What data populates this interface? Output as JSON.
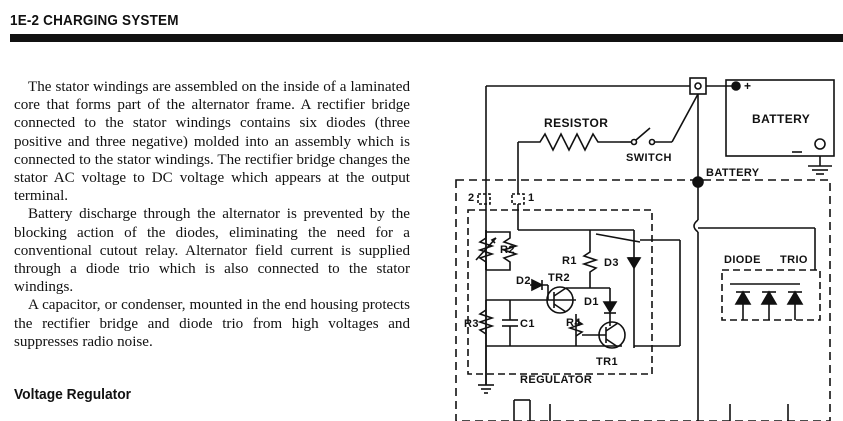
{
  "header": {
    "title": "1E-2   CHARGING SYSTEM"
  },
  "body": {
    "paragraphs": [
      "The stator windings are assembled on the inside of a laminated core that forms part of the alternator frame. A rectifier bridge connected to the stator windings contains six diodes (three positive and three negative) molded into an assembly which is connected to the stator windings. The rectifier bridge changes the stator AC voltage to DC voltage which appears at the output terminal.",
      "Battery discharge through the alternator is prevented by the blocking action of the diodes, eliminating the need for a conventional cutout relay. Alternator field current is supplied through a diode trio which is also connected to the stator windings.",
      "A capacitor, or condenser, mounted in the end housing protects the rectifier bridge and diode trio from high voltages and suppresses radio noise."
    ],
    "section_heading": "Voltage Regulator"
  },
  "diagram": {
    "labels": {
      "battery_box": "BATTERY",
      "plus": "+",
      "resistor": "RESISTOR",
      "switch": "SWITCH",
      "battery_terminal": "BATTERY",
      "terminal_2": "2",
      "terminal_1": "1",
      "r1": "R1",
      "r2": "R2",
      "r3": "R3",
      "r4": "R4",
      "c1": "C1",
      "d1": "D1",
      "d2": "D2",
      "d3": "D3",
      "tr1": "TR1",
      "tr2": "TR2",
      "diode": "DIODE",
      "trio": "TRIO",
      "regulator": "REGULATOR"
    }
  }
}
